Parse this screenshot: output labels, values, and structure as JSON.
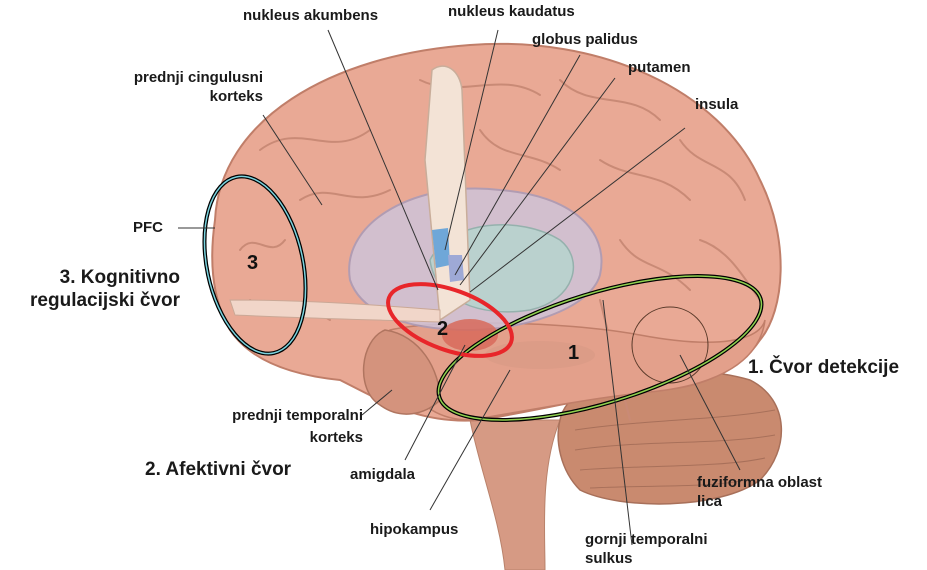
{
  "labels": {
    "nucleus_accumbens": "nukleus akumbens",
    "nucleus_caudatus": "nukleus kaudatus",
    "globus_pallidus": "globus palidus",
    "putamen": "putamen",
    "insula": "insula",
    "anterior_cingulate": "prednji cingulusni\nkorteks",
    "pfc": "PFC",
    "cognitive_node": "3. Kognitivno\nregulacijski čvor",
    "anterior_temporal": "prednji temporalni\nkorteks",
    "affective_node": "2. Afektivni čvor",
    "amygdala": "amigdala",
    "hippocampus": "hipokampus",
    "superior_temporal_sulcus": "gornji temporalni\nsulkus",
    "fusiform_face_area": "fuziformna oblast\nlica",
    "detection_node": "1. Čvor detekcije"
  },
  "node_numbers": {
    "detection": "1",
    "affective": "2",
    "cognitive": "3"
  },
  "colors": {
    "detection_outline": "#8fd14f",
    "affective_outline": "#e8262a",
    "cognitive_outline": "#7ad3de",
    "brain_fill": "#e9a995",
    "cerebellum_fill": "#c98a6f"
  }
}
